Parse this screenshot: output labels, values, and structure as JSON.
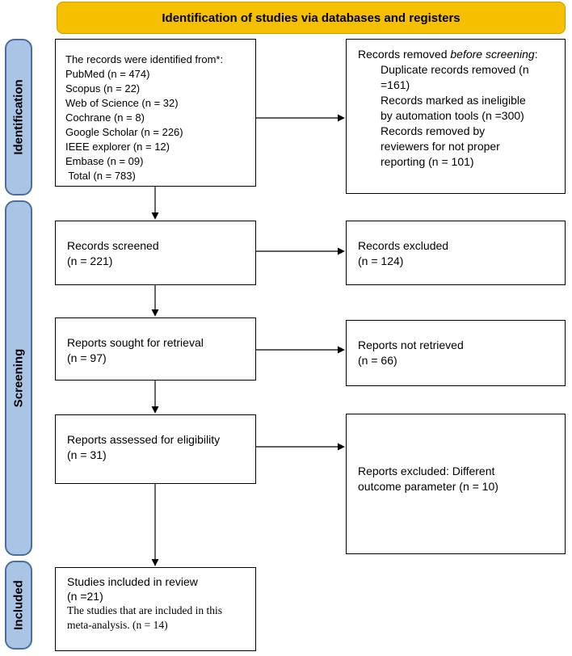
{
  "header": "Identification of studies via databases and registers",
  "phases": {
    "identification": "Identification",
    "screening": "Screening",
    "included": "Included"
  },
  "identified": {
    "intro": "The records were identified from*:",
    "sources": [
      "PubMed (n = 474)",
      "Scopus (n = 22)",
      "Web of Science (n = 32)",
      "Cochrane (n = 8)",
      "Google Scholar (n = 226)",
      "IEEE explorer (n = 12)",
      "Embase (n = 09)"
    ],
    "total": " Total (n = 783)"
  },
  "removed": {
    "title_prefix": "Records removed ",
    "title_emph": "before screening",
    "title_suffix": ":",
    "items": [
      "Duplicate records removed (n",
      "=161)",
      "Records marked as ineligible",
      "by automation tools (n =300)",
      "Records removed by",
      "reviewers for not proper",
      "reporting (n = 101)"
    ]
  },
  "screened": {
    "label": "Records screened",
    "count": "(n = 221)"
  },
  "excluded": {
    "label": "Records excluded",
    "count": "(n = 124)"
  },
  "sought": {
    "label": "Reports sought for retrieval",
    "count": "(n = 97)"
  },
  "not_retrieved": {
    "label": "Reports not retrieved",
    "count": "(n = 66)"
  },
  "assessed": {
    "label": "Reports assessed for eligibility",
    "count": "(n = 31)"
  },
  "reports_excluded": {
    "line1": "Reports excluded: Different",
    "line2": "outcome parameter (n = 10)"
  },
  "included": {
    "label": "Studies included in review",
    "count": "(n =21)",
    "note1": "The studies that are included in this",
    "note2": "meta-analysis. (n = 14)"
  }
}
